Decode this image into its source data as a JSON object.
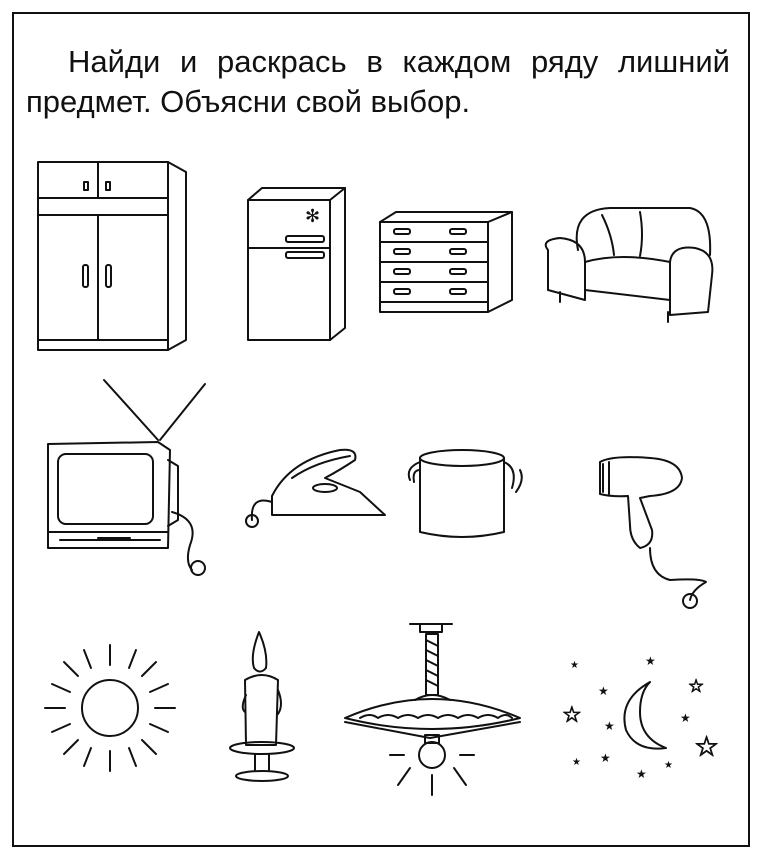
{
  "task": {
    "line1": "Найди и раскрась в каждом ряду лишний",
    "line2": "предмет. Объясни свой выбор."
  },
  "rows": [
    {
      "items": [
        "cupboard",
        "refrigerator",
        "chest-of-drawers",
        "armchair"
      ]
    },
    {
      "items": [
        "tv",
        "iron",
        "pot",
        "hair-dryer"
      ]
    },
    {
      "items": [
        "sun",
        "candle",
        "ceiling-lamp",
        "moon-and-stars"
      ]
    }
  ]
}
